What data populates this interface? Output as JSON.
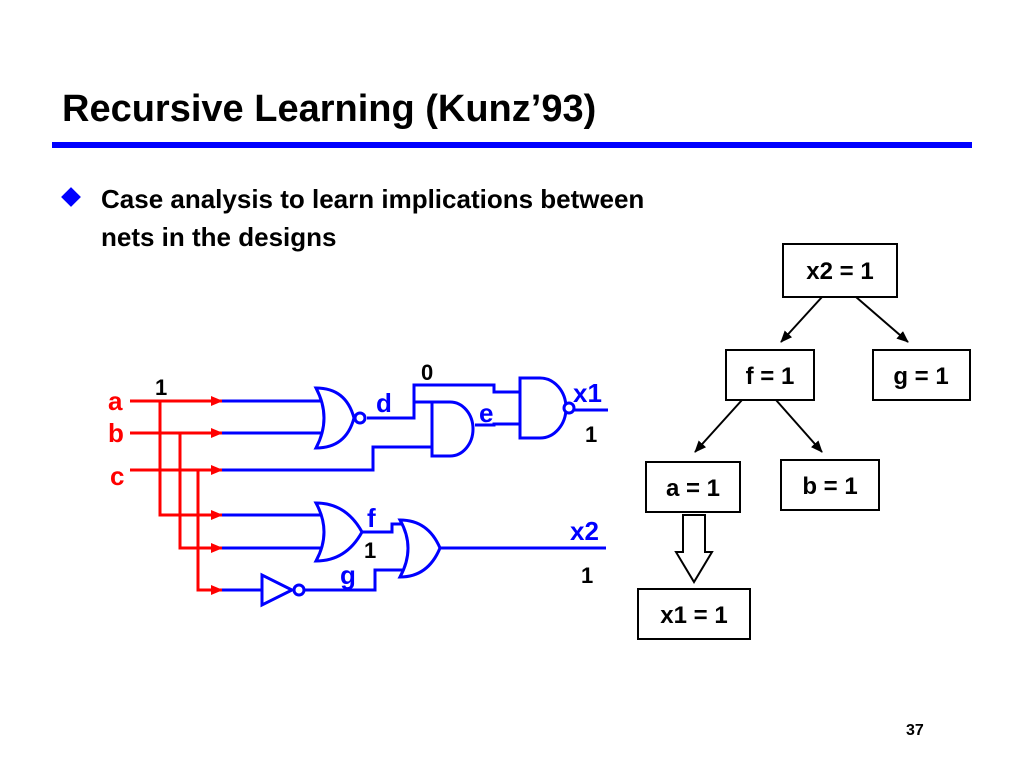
{
  "title": "Recursive Learning (Kunz’93)",
  "bullet": "Case analysis to learn implications between nets in the designs",
  "page_number": "37",
  "colors": {
    "accent": "#0000ff",
    "input_wires": "#ff0000",
    "gate_wires": "#0000ff"
  },
  "circuit": {
    "inputs": {
      "a": "a",
      "b": "b",
      "c": "c"
    },
    "nets": {
      "d": "d",
      "e": "e",
      "f": "f",
      "g": "g",
      "x1": "x1",
      "x2": "x2"
    },
    "values": {
      "a_val": "1",
      "e_val": "0",
      "x1_val": "1",
      "f_val": "1",
      "x2_val": "1"
    }
  },
  "tree": {
    "root": "x2 = 1",
    "f": "f = 1",
    "g": "g = 1",
    "a": "a = 1",
    "b": "b = 1",
    "implied": "x1 = 1"
  }
}
